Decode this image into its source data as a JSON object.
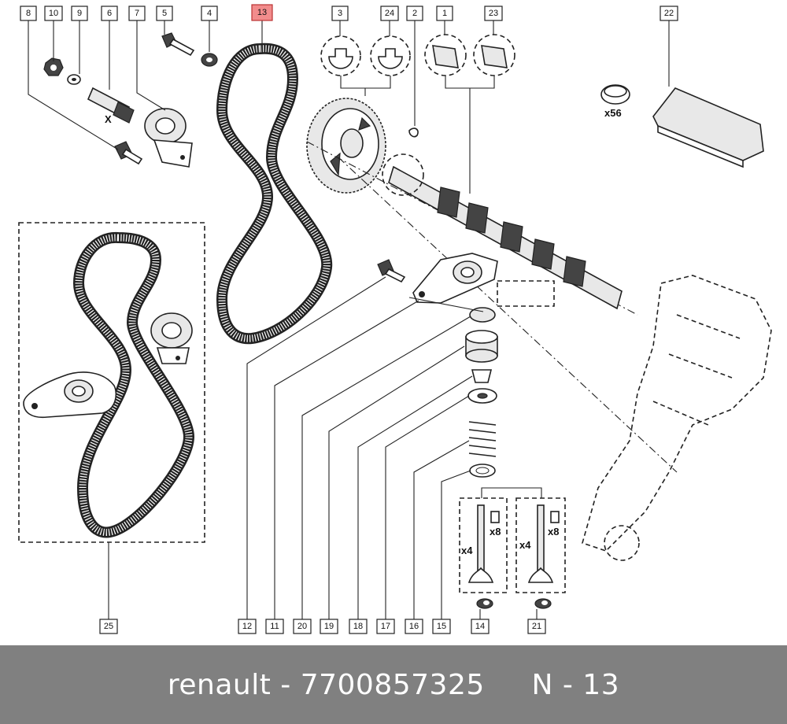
{
  "callouts": {
    "c8": "8",
    "c10": "10",
    "c9": "9",
    "c6": "6",
    "c7": "7",
    "c5": "5",
    "c4": "4",
    "c13": "13",
    "c3": "3",
    "c24": "24",
    "c2": "2",
    "c1": "1",
    "c23": "23",
    "c22": "22",
    "c25": "25",
    "c12": "12",
    "c11": "11",
    "c20": "20",
    "c19": "19",
    "c18": "18",
    "c17": "17",
    "c16": "16",
    "c15": "15",
    "c14": "14",
    "c21": "21"
  },
  "labels": {
    "x_mark": "X",
    "tappets_qty": "x56",
    "valves_left_qty": "x4",
    "keepers_left_qty": "x8",
    "valves_right_qty": "x4",
    "keepers_right_qty": "x8"
  },
  "highlight_color": "#f28c8c",
  "footer": {
    "caption": "renault - 7700857325     N - 13"
  }
}
